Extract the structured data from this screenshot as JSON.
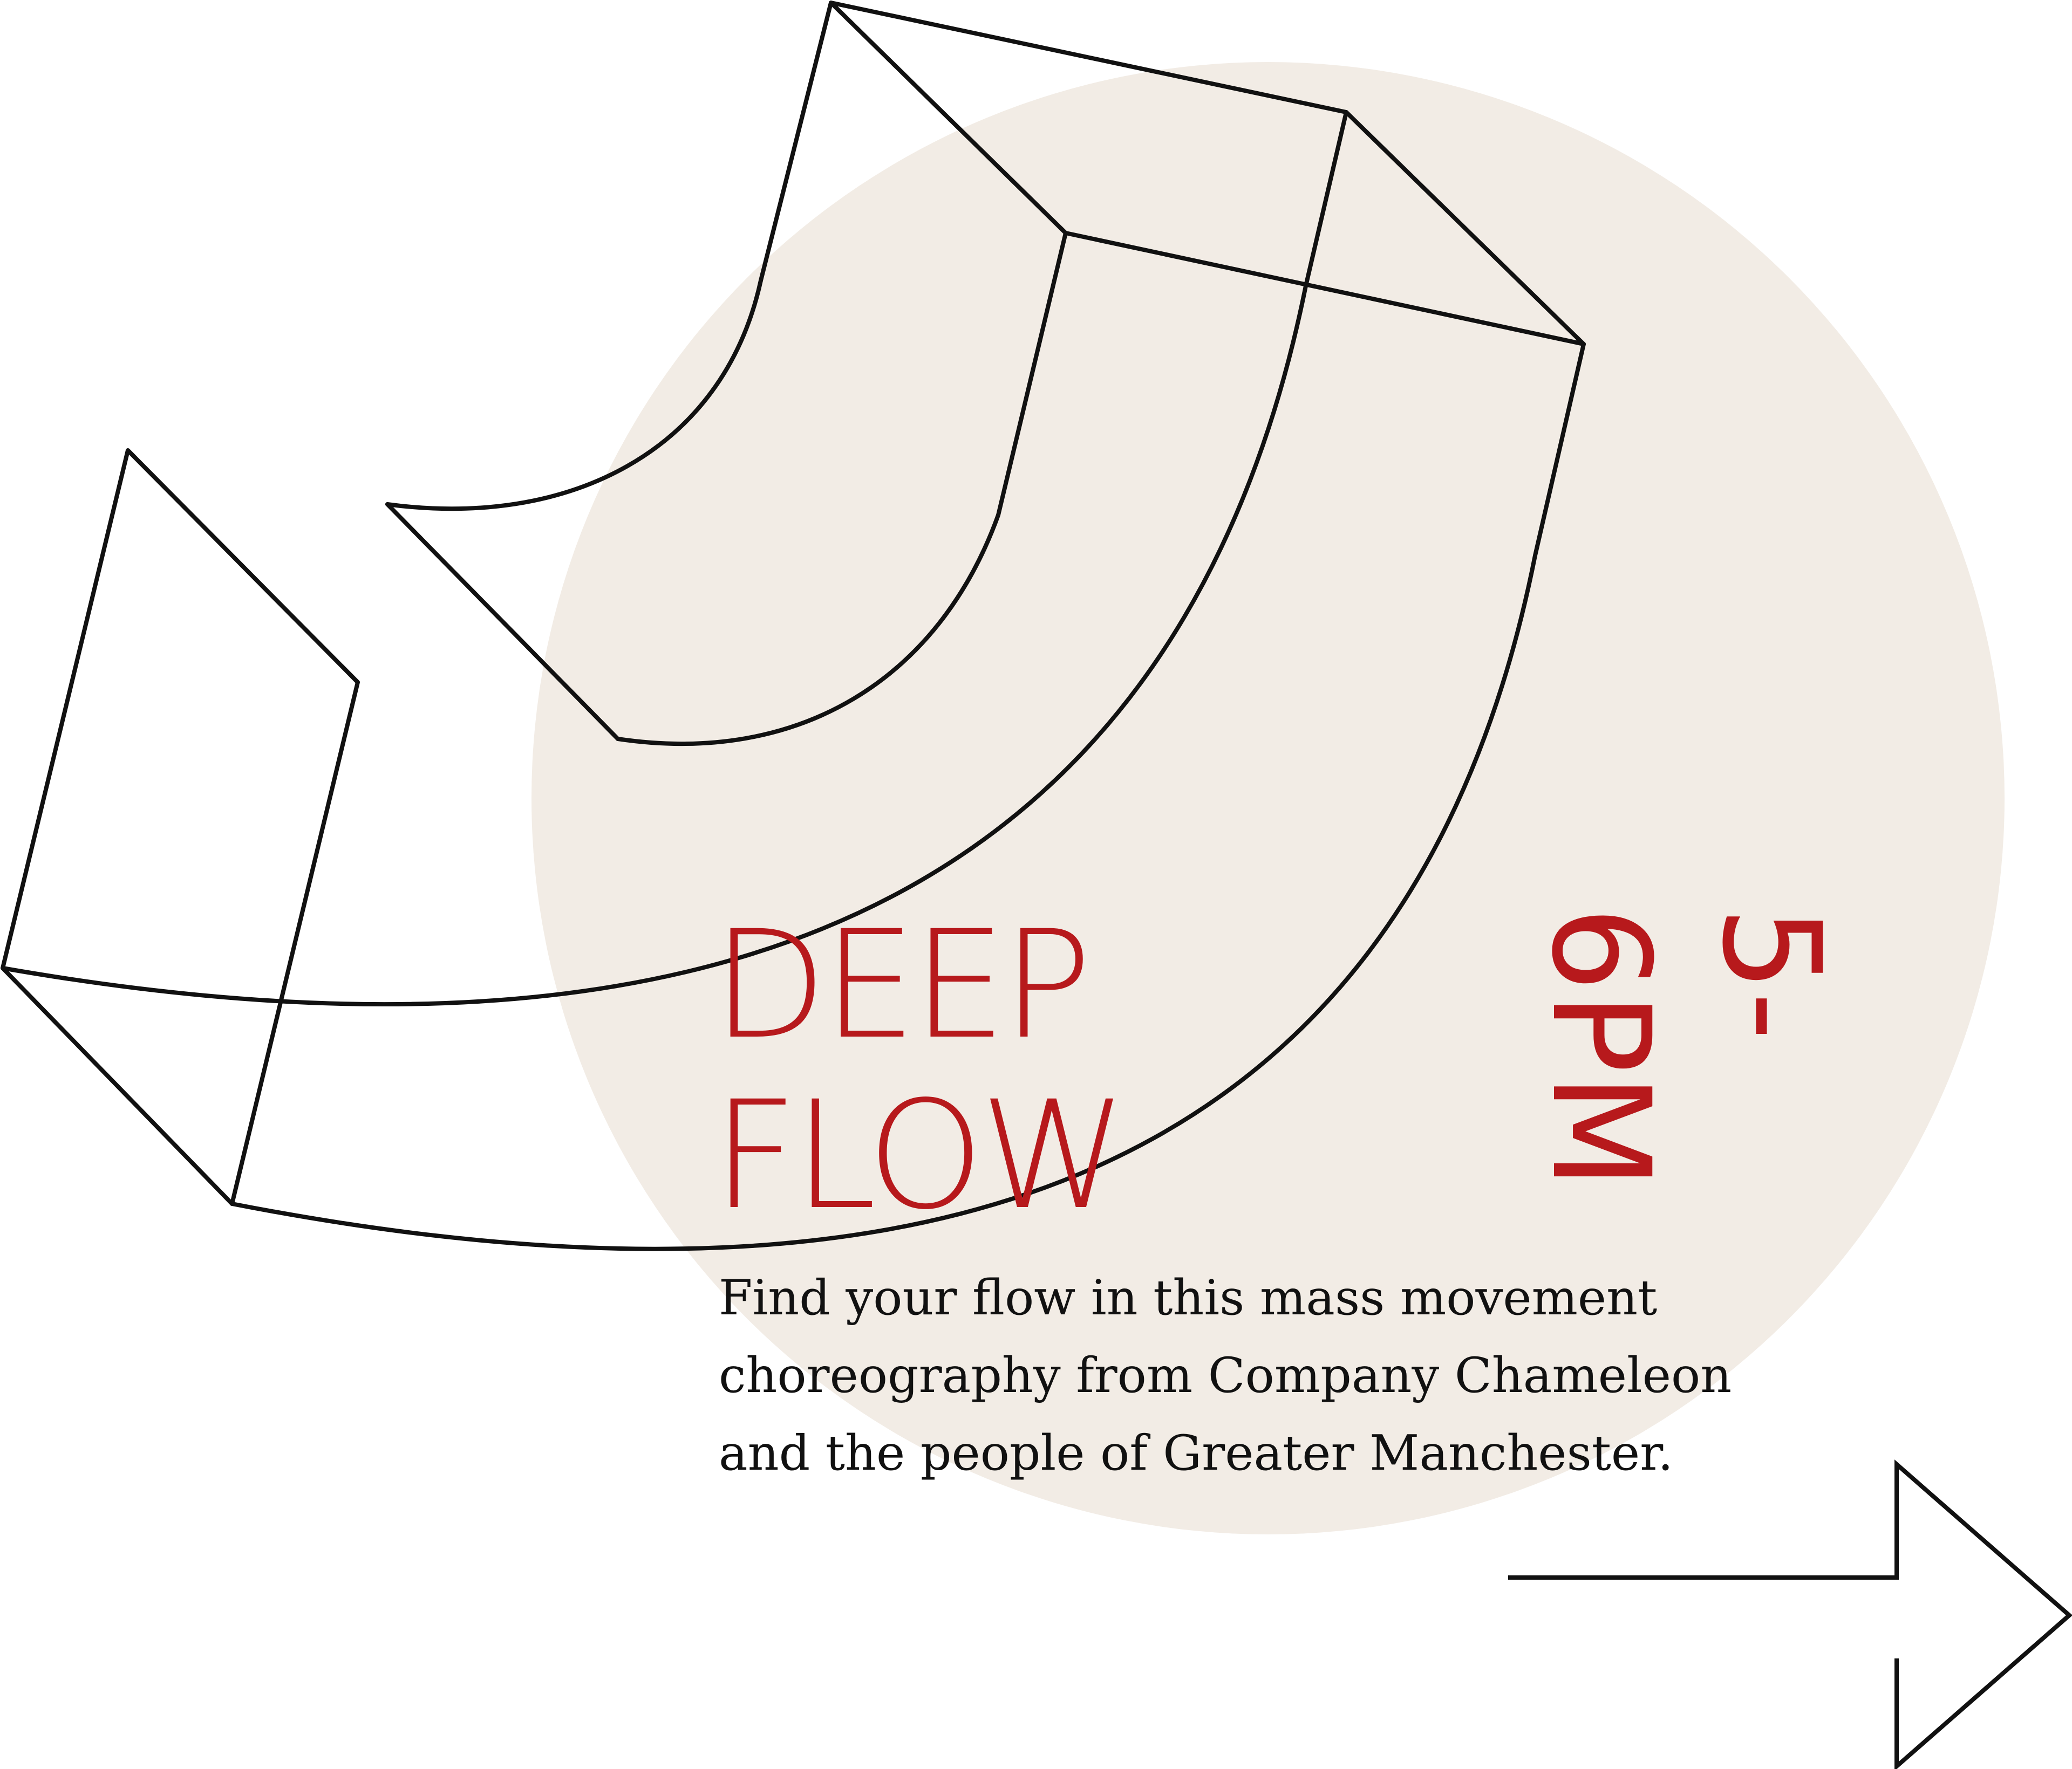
{
  "event": {
    "title_line1": "DEEP",
    "title_line2": "FLOW",
    "time_line1": "5-",
    "time_line2": "6PM",
    "description": "Find your flow in this mass movement\nchoreography from Company Chameleon\nand the people of Greater Manchester."
  },
  "colors": {
    "accent": "#b7191c",
    "circle": "#f2ece5",
    "ink": "#111111"
  },
  "icons": {
    "decoration": "wireframe-curved-band-icon",
    "arrow": "arrow-right-icon"
  }
}
